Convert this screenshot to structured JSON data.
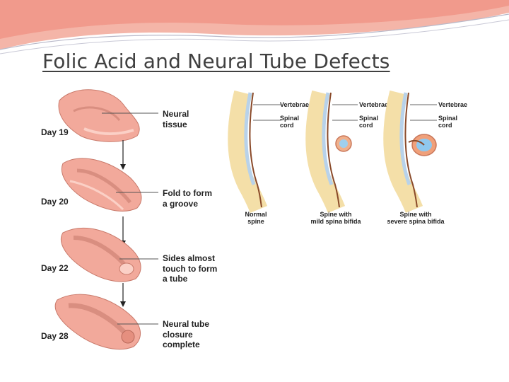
{
  "slide": {
    "title": "Folic Acid and Neural Tube Defects"
  },
  "left_diagram": {
    "stages": [
      {
        "day": "Day 19",
        "label_lines": [
          "Neural",
          "tissue"
        ]
      },
      {
        "day": "Day 20",
        "label_lines": [
          "Fold to form",
          "a groove"
        ]
      },
      {
        "day": "Day 22",
        "label_lines": [
          "Sides almost",
          "touch to form",
          "a tube"
        ]
      },
      {
        "day": "Day 28",
        "label_lines": [
          "Neural tube",
          "closure",
          "complete"
        ]
      }
    ]
  },
  "right_diagram": {
    "spines": [
      {
        "vertebrae_label": "Vertebrae",
        "cord_label_lines": [
          "Spinal",
          "cord"
        ],
        "caption_lines": [
          "Normal",
          "spine"
        ]
      },
      {
        "vertebrae_label": "Vertebrae",
        "cord_label_lines": [
          "Spinal",
          "cord"
        ],
        "caption_lines": [
          "Spine with",
          "mild spina bifida"
        ]
      },
      {
        "vertebrae_label": "Vertebrae",
        "cord_label_lines": [
          "Spinal",
          "cord"
        ],
        "caption_lines": [
          "Spine with",
          "severe spina bifida"
        ]
      }
    ]
  }
}
